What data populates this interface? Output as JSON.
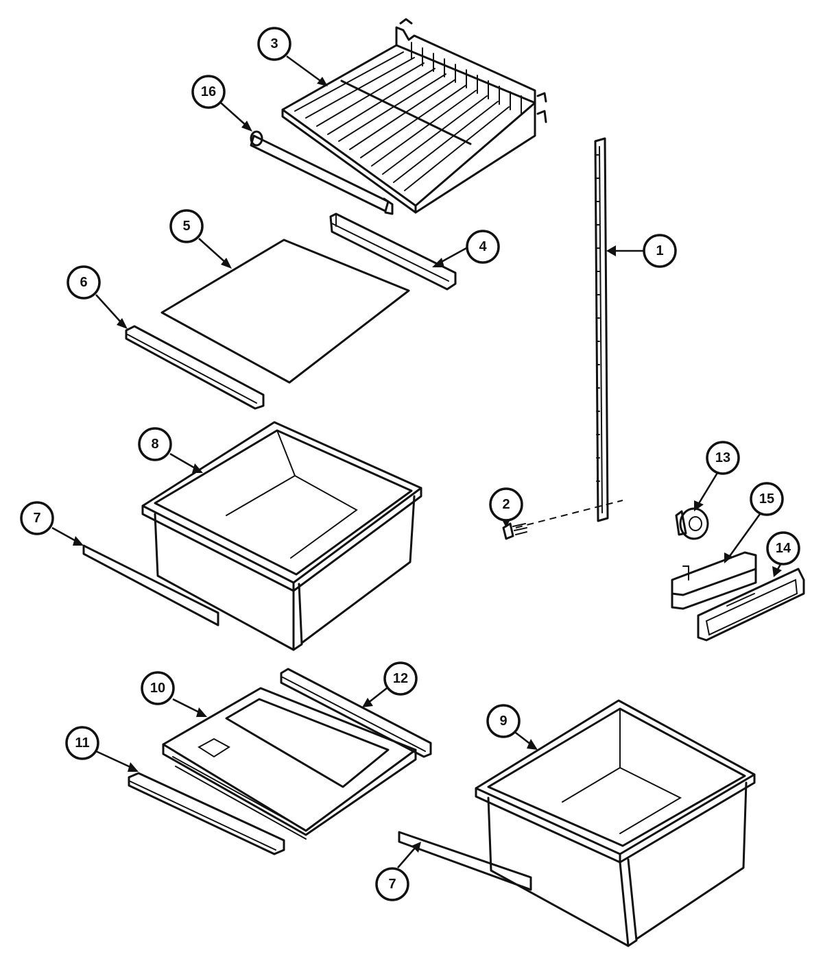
{
  "diagram": {
    "callouts": [
      {
        "id": "c1",
        "label": "1"
      },
      {
        "id": "c2",
        "label": "2"
      },
      {
        "id": "c3",
        "label": "3"
      },
      {
        "id": "c4",
        "label": "4"
      },
      {
        "id": "c5",
        "label": "5"
      },
      {
        "id": "c6",
        "label": "6"
      },
      {
        "id": "c7a",
        "label": "7"
      },
      {
        "id": "c7b",
        "label": "7"
      },
      {
        "id": "c8",
        "label": "8"
      },
      {
        "id": "c9",
        "label": "9"
      },
      {
        "id": "c10",
        "label": "10"
      },
      {
        "id": "c11",
        "label": "11"
      },
      {
        "id": "c12",
        "label": "12"
      },
      {
        "id": "c13",
        "label": "13"
      },
      {
        "id": "c14",
        "label": "14"
      },
      {
        "id": "c15",
        "label": "15"
      },
      {
        "id": "c16",
        "label": "16"
      }
    ]
  }
}
